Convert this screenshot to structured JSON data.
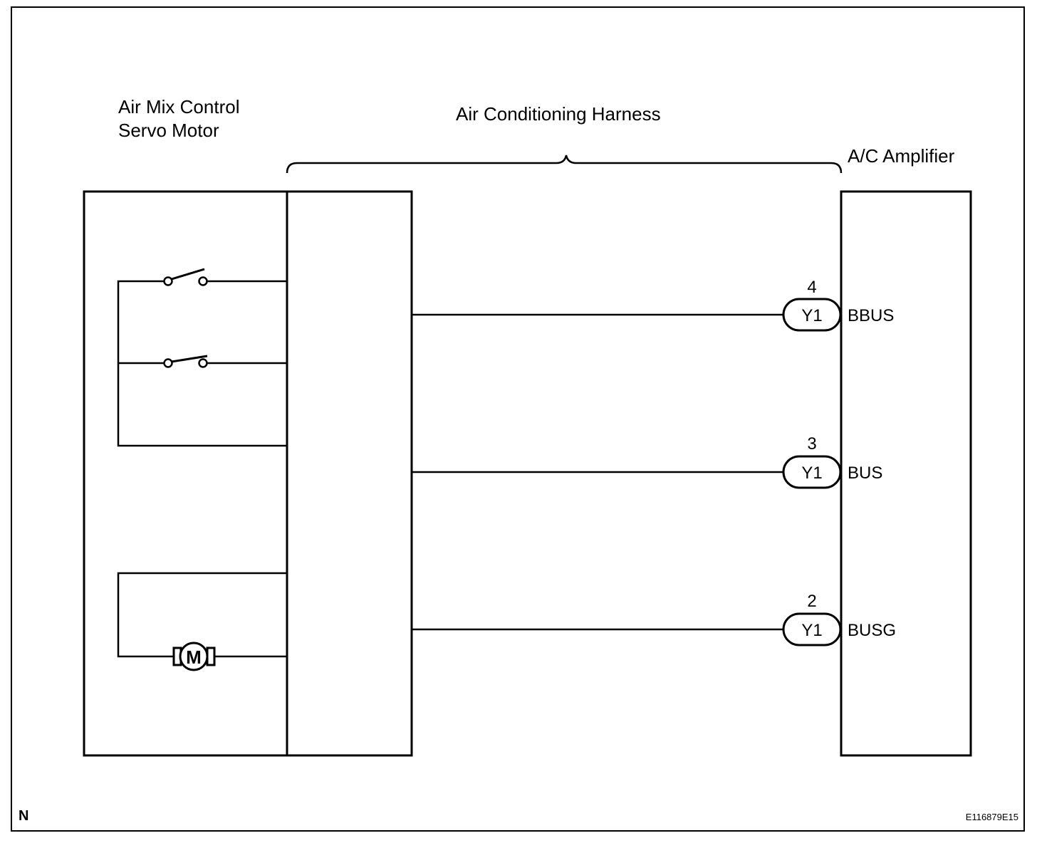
{
  "labels": {
    "servo_motor_line1": "Air Mix Control",
    "servo_motor_line2": "Servo Motor",
    "harness": "Air Conditioning Harness",
    "amplifier": "A/C Amplifier",
    "corner_mark": "N",
    "figure_id": "E116879E15"
  },
  "motor_symbol": "M",
  "connections": [
    {
      "pin": "4",
      "connector": "Y1",
      "terminal": "BBUS"
    },
    {
      "pin": "3",
      "connector": "Y1",
      "terminal": "BUS"
    },
    {
      "pin": "2",
      "connector": "Y1",
      "terminal": "BUSG"
    }
  ]
}
